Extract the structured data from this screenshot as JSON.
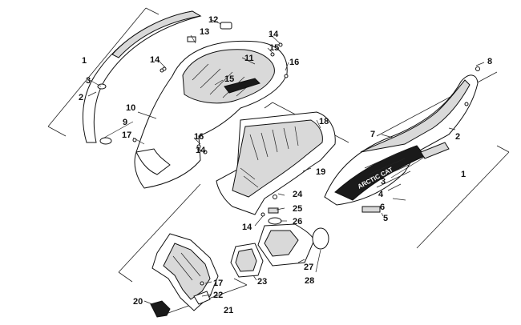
{
  "diagram": {
    "callouts": [
      {
        "id": "c1a",
        "label": "1"
      },
      {
        "id": "c2a",
        "label": "2"
      },
      {
        "id": "c3a",
        "label": "3"
      },
      {
        "id": "c9",
        "label": "9"
      },
      {
        "id": "c10",
        "label": "10"
      },
      {
        "id": "c17a",
        "label": "17"
      },
      {
        "id": "c12",
        "label": "12"
      },
      {
        "id": "c13",
        "label": "13"
      },
      {
        "id": "c14a",
        "label": "14"
      },
      {
        "id": "c14b",
        "label": "14"
      },
      {
        "id": "c15a",
        "label": "15"
      },
      {
        "id": "c11",
        "label": "11"
      },
      {
        "id": "c15b",
        "label": "15"
      },
      {
        "id": "c16a",
        "label": "16"
      },
      {
        "id": "c16b",
        "label": "16"
      },
      {
        "id": "c14c",
        "label": "14"
      },
      {
        "id": "c18",
        "label": "18"
      },
      {
        "id": "c19",
        "label": "19"
      },
      {
        "id": "c24",
        "label": "24"
      },
      {
        "id": "c25",
        "label": "25"
      },
      {
        "id": "c26",
        "label": "26"
      },
      {
        "id": "c14d",
        "label": "14"
      },
      {
        "id": "c27",
        "label": "27"
      },
      {
        "id": "c28",
        "label": "28"
      },
      {
        "id": "c23",
        "label": "23"
      },
      {
        "id": "c17b",
        "label": "17"
      },
      {
        "id": "c22",
        "label": "22"
      },
      {
        "id": "c20",
        "label": "20"
      },
      {
        "id": "c21",
        "label": "21"
      },
      {
        "id": "c8",
        "label": "8"
      },
      {
        "id": "c7",
        "label": "7"
      },
      {
        "id": "c2b",
        "label": "2"
      },
      {
        "id": "c3b",
        "label": "3"
      },
      {
        "id": "c4",
        "label": "4"
      },
      {
        "id": "c6",
        "label": "6"
      },
      {
        "id": "c5",
        "label": "5"
      },
      {
        "id": "c1b",
        "label": "1"
      }
    ],
    "brand_text": "ARCTIC CAT"
  }
}
